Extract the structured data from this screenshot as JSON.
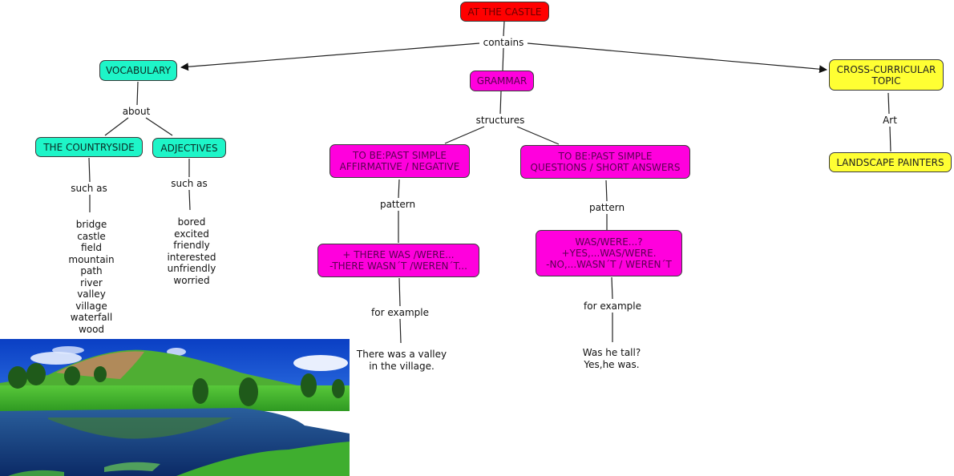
{
  "map": {
    "root": {
      "label": "AT THE CASTLE"
    },
    "root_link": "contains",
    "vocabulary": {
      "label": "VOCABULARY",
      "link": "about",
      "countryside": {
        "label": "THE COUNTRYSIDE",
        "link": "such as",
        "words": [
          "bridge",
          "castle",
          "field",
          "mountain",
          "path",
          "river",
          "valley",
          "village",
          "waterfall",
          "wood"
        ]
      },
      "adjectives": {
        "label": "ADJECTIVES",
        "link": "such as",
        "words": [
          "bored",
          "excited",
          "friendly",
          "interested",
          "unfriendly",
          "worried"
        ]
      }
    },
    "grammar": {
      "label": "GRAMMAR",
      "link": "structures",
      "affirmative": {
        "label": "TO BE:PAST SIMPLE\nAFFIRMATIVE / NEGATIVE",
        "link": "pattern",
        "pattern": "+ THERE WAS /WERE...\n-THERE WASN´T /WEREN´T...",
        "example_link": "for example",
        "example": "There was a valley\nin the village."
      },
      "questions": {
        "label": "TO BE:PAST SIMPLE\nQUESTIONS / SHORT ANSWERS",
        "link": "pattern",
        "pattern": "WAS/WERE...?\n+YES,...WAS/WERE.\n-NO,...WASN´T / WEREN´T",
        "example_link": "for example",
        "example": "Was he tall?\nYes,he was."
      }
    },
    "cross_curricular": {
      "label": "CROSS-CURRICULAR\nTOPIC",
      "link": "Art",
      "child": {
        "label": "LANDSCAPE PAINTERS"
      }
    },
    "image": {
      "alt": "Landscape photo: green hill reflected in a mountain lake"
    }
  },
  "colors": {
    "root": "#ff0000",
    "grammar": "#ff00dd",
    "vocabulary": "#1ef5c8",
    "cross_curricular": "#ffff33",
    "line": "#222222"
  }
}
